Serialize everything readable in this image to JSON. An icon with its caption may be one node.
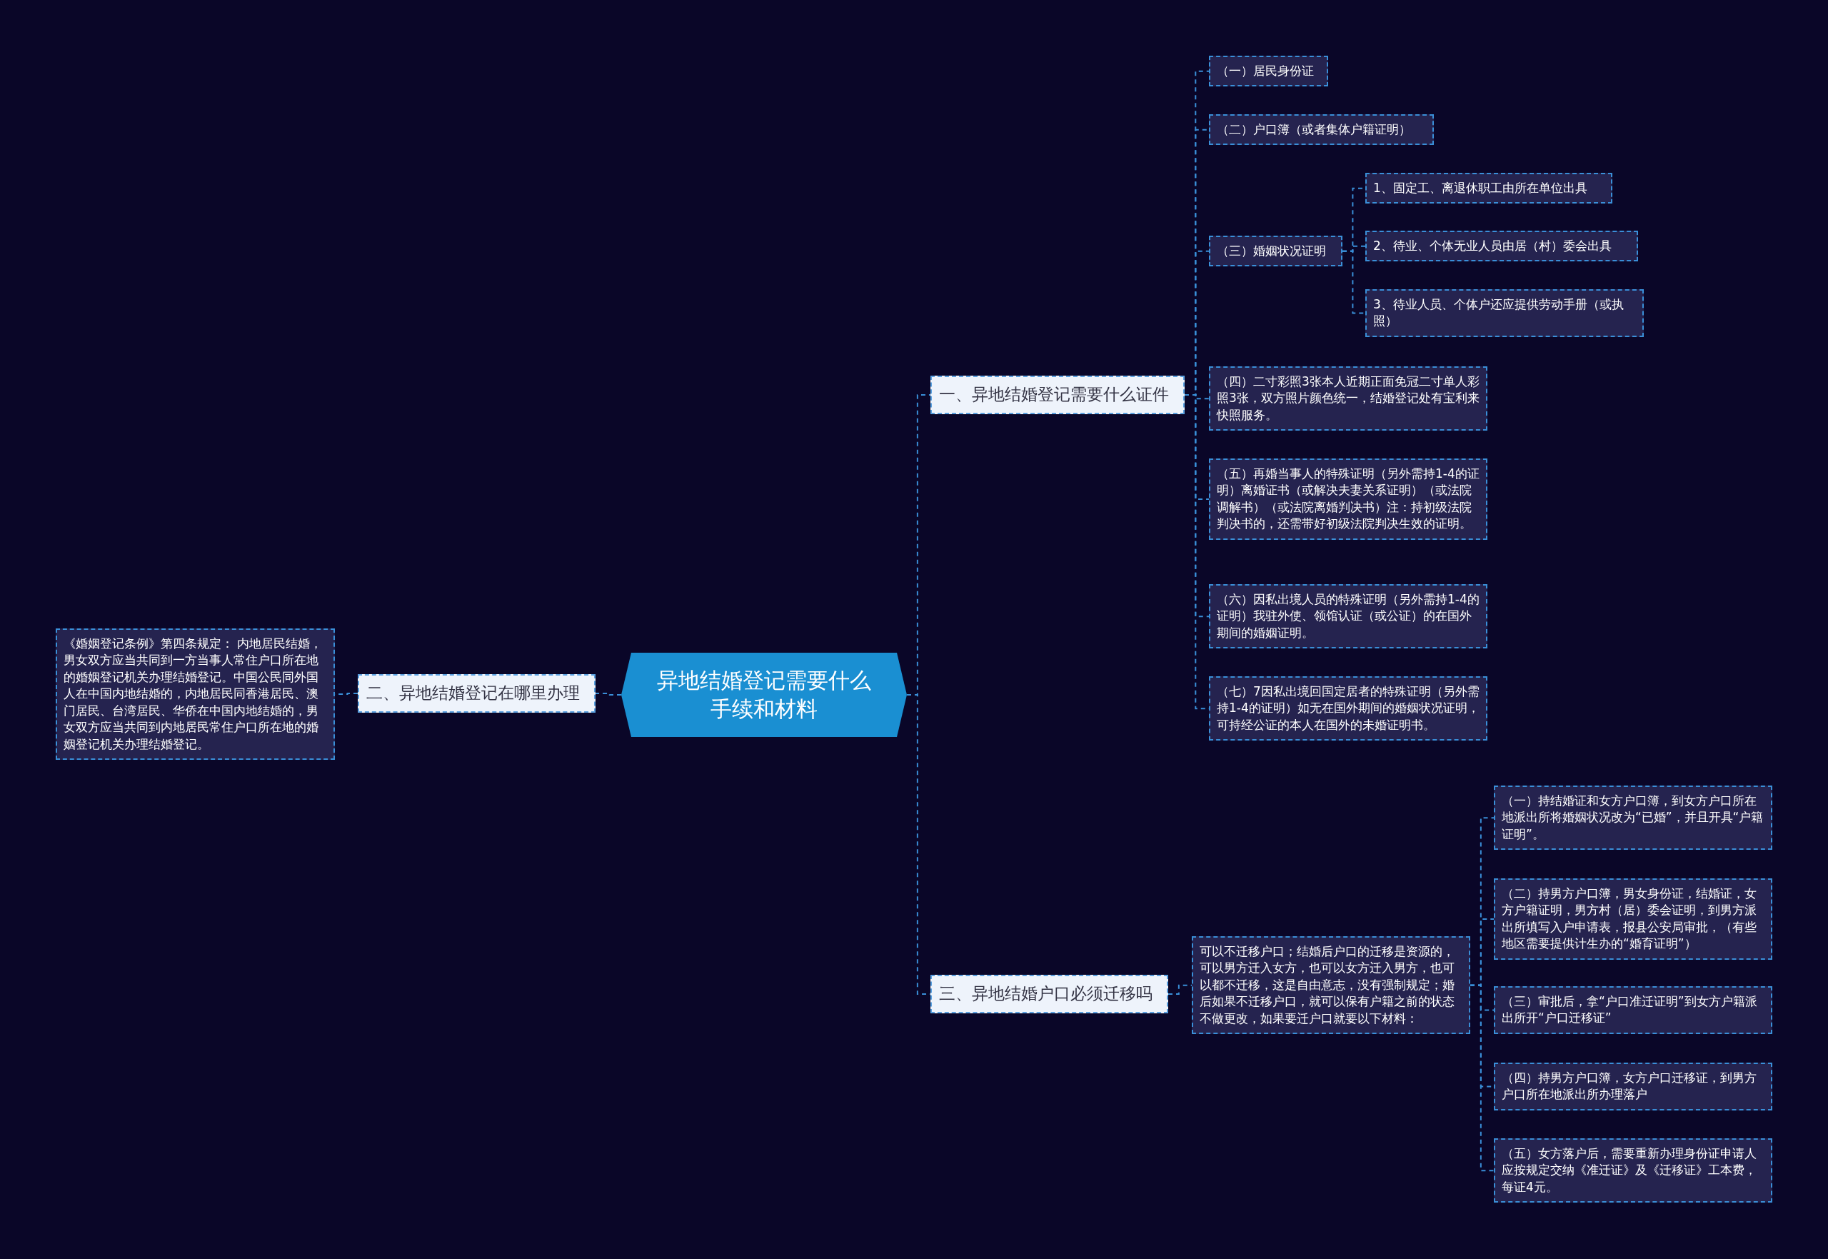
{
  "diagram": {
    "nodes": [
      {
        "text": [
          "异地结婚登记需要什么手续和材料"
        ]
      },
      {
        "text": [
          "一、异地结婚登记需要什么证件"
        ]
      },
      {
        "text": [
          "（一）居民身份证"
        ]
      },
      {
        "text": [
          "（二）户口簿（或者集体户籍证明）"
        ]
      },
      {
        "text": [
          "（三）婚姻状况证明"
        ]
      },
      {
        "text": [
          "1、固定工、离退休职工由所在单位出具"
        ]
      },
      {
        "text": [
          "2、待业、个体无业人员由居（村）委会出具"
        ]
      },
      {
        "text": [
          "3、待业人员、个体户还应提供劳动手册（或执照）"
        ]
      },
      {
        "text": [
          "（四）二寸彩照3张本人近期正面免冠二寸单人彩照3张，双方照片颜色统一，结婚登记处有宝利来快照服务。"
        ]
      },
      {
        "text": [
          "（五）再婚当事人的特殊证明（另外需持1-4的证明）离婚证书（或解决夫妻关系证明）（或法院调解书）（或法院离婚判决书）注：持初级法院判决书的，还需带好初级法院判决生效的证明。"
        ]
      },
      {
        "text": [
          "（六）因私出境人员的特殊证明（另外需持1-4的证明）我驻外使、领馆认证（或公证）的在国外期间的婚姻证明。"
        ]
      },
      {
        "text": [
          "（七）7因私出境回国定居者的特殊证明（另外需持1-4的证明）如无在国外期间的婚姻状况证明，可持经公证的本人在国外的未婚证明书。"
        ]
      },
      {
        "text": [
          "二、异地结婚登记在哪里办理"
        ]
      },
      {
        "text": [
          "《婚姻登记条例》第四条规定： 内地居民结婚，男女双方应当共同到一方当事人常住户口所在地的婚姻登记机关办理结婚登记。中国公民同外国人在中国内地结婚的，内地居民同香港居民、澳门居民、台湾居民、华侨在中国内地结婚的，男女双方应当共同到内地居民常住户口所在地的婚姻登记机关办理结婚登记。"
        ]
      },
      {
        "text": [
          "三、异地结婚户口必须迁移吗"
        ]
      },
      {
        "text": [
          "可以不迁移户口；结婚后户口的迁移是资源的，可以男方迁入女方，也可以女方迁入男方，也可以都不迁移，这是自由意志，没有强制规定；婚后如果不迁移户口，就可以保有户籍之前的状态不做更改，如果要迁户口就要以下材料："
        ]
      },
      {
        "text": [
          "（一）持结婚证和女方户口簿，到女方户口所在地派出所将婚姻状况改为“已婚”，并且开具“户籍证明”。"
        ]
      },
      {
        "text": [
          "（二）持男方户口簿，男女身份证，结婚证，女方户籍证明，男方村（居）委会证明，到男方派出所填写入户申请表，报县公安局审批，（有些地区需要提供计生办的“婚育证明”）"
        ]
      },
      {
        "text": [
          "（三）审批后，拿“户口准迁证明”到女方户籍派出所开“户口迁移证”"
        ]
      },
      {
        "text": [
          "（四）持男方户口簿，女方户口迁移证，到男方户口所在地派出所办理落户"
        ]
      },
      {
        "text": [
          "（五）女方落户后，需要重新办理身份证申请人应按规定交纳《准迁证》及《迁移证》工本费，每证4元。"
        ]
      }
    ],
    "edges": [
      {
        "from": 0,
        "to": 1,
        "arrow": "none"
      },
      {
        "from": 1,
        "to": 2,
        "arrow": "none"
      },
      {
        "from": 1,
        "to": 3,
        "arrow": "none"
      },
      {
        "from": 1,
        "to": 4,
        "arrow": "none"
      },
      {
        "from": 4,
        "to": 5,
        "arrow": "none"
      },
      {
        "from": 4,
        "to": 6,
        "arrow": "none"
      },
      {
        "from": 4,
        "to": 7,
        "arrow": "none"
      },
      {
        "from": 1,
        "to": 8,
        "arrow": "none"
      },
      {
        "from": 1,
        "to": 9,
        "arrow": "none"
      },
      {
        "from": 1,
        "to": 10,
        "arrow": "none"
      },
      {
        "from": 1,
        "to": 11,
        "arrow": "none"
      },
      {
        "from": 0,
        "to": 12,
        "arrow": "none"
      },
      {
        "from": 12,
        "to": 13,
        "arrow": "none"
      },
      {
        "from": 0,
        "to": 14,
        "arrow": "none"
      },
      {
        "from": 14,
        "to": 15,
        "arrow": "none"
      },
      {
        "from": 15,
        "to": 16,
        "arrow": "none"
      },
      {
        "from": 15,
        "to": 17,
        "arrow": "none"
      },
      {
        "from": 15,
        "to": 18,
        "arrow": "none"
      },
      {
        "from": 15,
        "to": 19,
        "arrow": "none"
      },
      {
        "from": 15,
        "to": 20,
        "arrow": "none"
      }
    ]
  }
}
